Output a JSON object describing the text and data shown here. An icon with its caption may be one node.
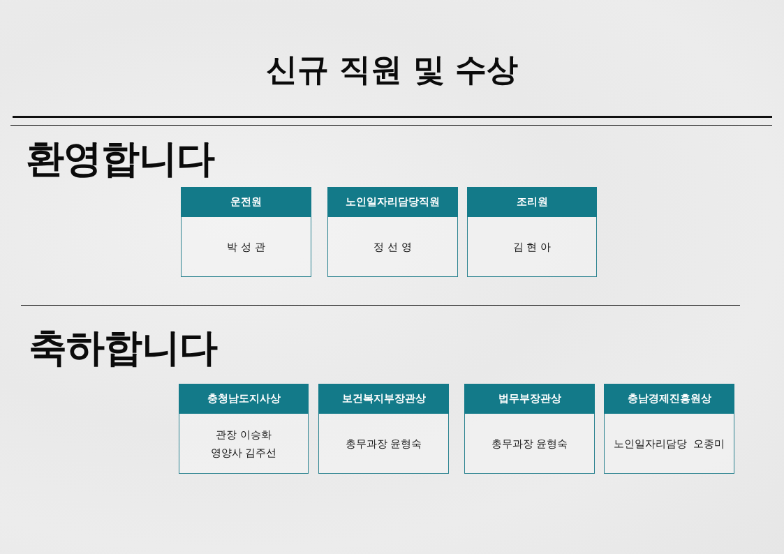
{
  "diagram": {
    "title": "신규 직원 및 수상",
    "nodes": [
      {
        "text": [
          "운전원",
          "박 성 관"
        ]
      },
      {
        "text": [
          "노인일자리담당직원",
          "정 선 영"
        ]
      },
      {
        "text": [
          "조리원",
          "김 현 아"
        ]
      },
      {
        "text": [
          "충청남도지사상",
          "관장 이승화",
          "영양사 김주선"
        ]
      },
      {
        "text": [
          "보건복지부장관상",
          "총무과장 윤형숙"
        ]
      },
      {
        "text": [
          "법무부장관상",
          "총무과장 윤형숙"
        ]
      },
      {
        "text": [
          "충남경제진흥원상",
          "노인일자리담당  오종미"
        ]
      }
    ],
    "labels": [
      "환영합니다",
      "축하합니다"
    ]
  }
}
